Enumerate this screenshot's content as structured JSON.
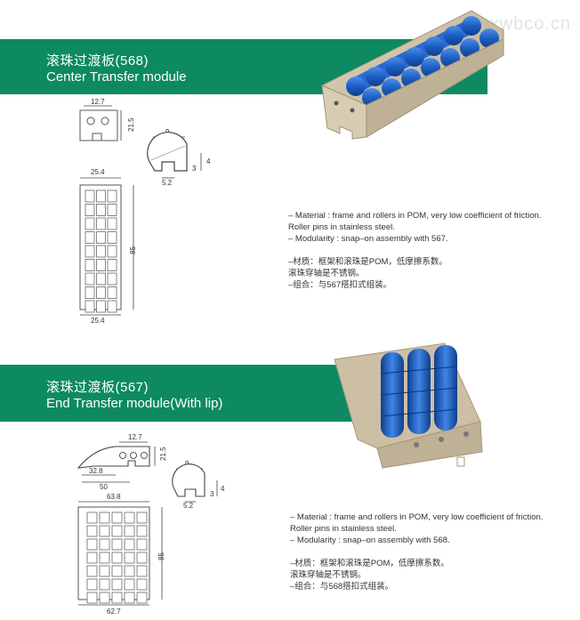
{
  "watermark": "xwbco.cn",
  "section1": {
    "title_cn": "滚珠过渡板(568)",
    "title_en": "Center Transfer module",
    "dims": {
      "hole_pitch": "12.7",
      "height": "21.5",
      "profile_width": "9",
      "profile_slot": "5.2",
      "profile_h1": "3",
      "profile_h2": "4",
      "top_width": "25.4",
      "length": "85",
      "bottom_width": "25.4"
    },
    "specs_en": [
      "– Material : frame and rollers in POM, very low coefficient of friction.",
      "  Roller pins in stainless steel.",
      "– Modularity : snap–on assembly with 567."
    ],
    "specs_cn": [
      "–材质：框架和滚珠是POM，低摩擦系数。",
      "  滚珠穿轴是不锈钢。",
      "–组合：与567搭扣式组装。"
    ]
  },
  "section2": {
    "title_cn": "滚珠过渡板(567)",
    "title_en": "End Transfer module(With lip)",
    "dims": {
      "hole_pitch": "12.7",
      "height": "21.5",
      "lip_length": "32.8",
      "overall_length": "50",
      "profile_width": "9",
      "profile_slot": "5.2",
      "profile_h1": "3",
      "profile_h2": "4",
      "top_width": "63.8",
      "length": "85",
      "bottom_width": "62.7"
    },
    "specs_en": [
      "– Material : frame and rollers in POM, very low coefficient of friction.",
      "  Roller pins in stainless steel.",
      "– Modularity : snap–on assembly with 568."
    ],
    "specs_cn": [
      "–材质：框架和滚珠是POM，低摩擦系数。",
      "  滚珠穿轴是不锈钢。",
      "–组合：与568搭扣式组装。"
    ]
  },
  "colors": {
    "banner": "#0d8a62",
    "roller_blue": "#1b5fc4",
    "frame_beige": "#cdbfa6"
  }
}
